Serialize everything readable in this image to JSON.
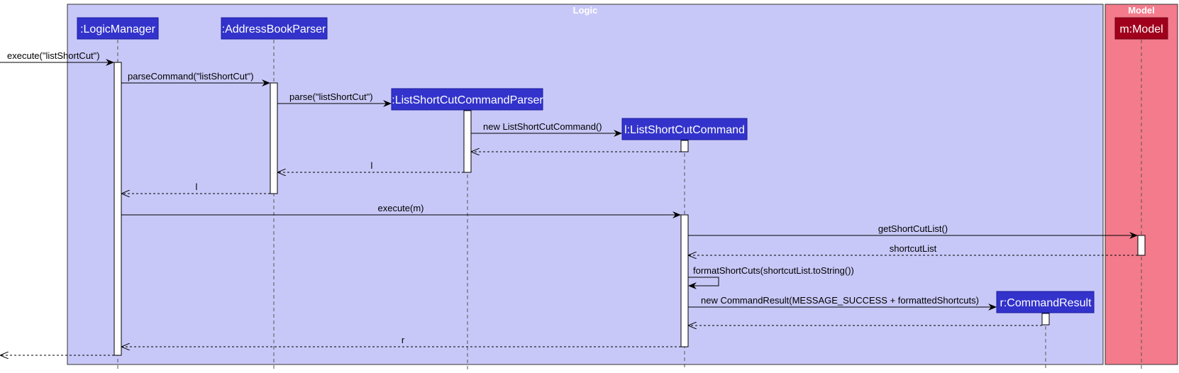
{
  "frames": {
    "logic": {
      "title": "Logic",
      "color": "#c8c8f8"
    },
    "model": {
      "title": "Model",
      "color": "#f37b8c"
    }
  },
  "participants": {
    "logic_manager": {
      "label": ":LogicManager",
      "color": "#3333cc"
    },
    "address_book_parser": {
      "label": ":AddressBookParser",
      "color": "#3333cc"
    },
    "list_short_cut_command_parser": {
      "label": ":ListShortCutCommandParser",
      "color": "#3333cc"
    },
    "list_short_cut_command": {
      "label": "l:ListShortCutCommand",
      "color": "#3333cc"
    },
    "command_result": {
      "label": "r:CommandResult",
      "color": "#3333cc"
    },
    "model": {
      "label": "m:Model",
      "color": "#a0001c"
    }
  },
  "messages": {
    "m1": "execute(\"listShortCut\")",
    "m2": "parseCommand(\"listShortCut\")",
    "m3": "parse(\"listShortCut\")",
    "m4": "new ListShortCutCommand()",
    "m5": "",
    "m6": "l",
    "m7": "l",
    "m8": "execute(m)",
    "m9": "getShortCutList()",
    "m10": "shortcutList",
    "m11": "formatShortCuts(shortcutList.toString())",
    "m12": "new CommandResult(MESSAGE_SUCCESS + formattedShortcuts)",
    "m13": "",
    "m14": "r",
    "m15": ""
  }
}
